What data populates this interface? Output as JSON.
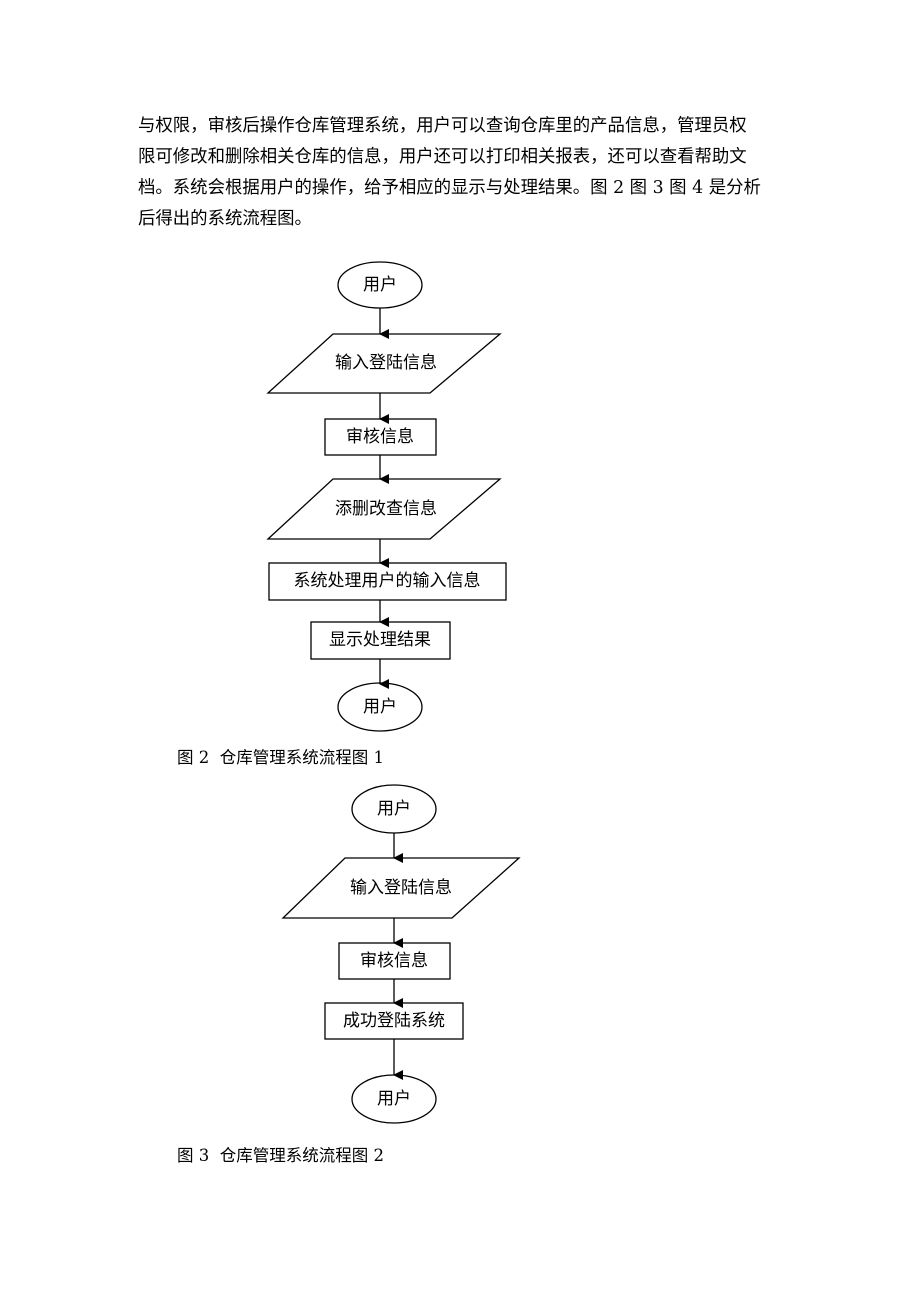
{
  "paragraph": {
    "lines": [
      "与权限，审核后操作仓库管理系统，用户可以查询仓库里的产品信息，管理员权",
      "限可修改和删除相关仓库的信息，用户还可以打印相关报表，还可以查看帮助文",
      "档。系统会根据用户的操作，给予相应的显示与处理结果。图 2 图 3 图 4 是分析",
      "后得出的系统流程图。"
    ]
  },
  "figure1": {
    "nodes": {
      "start": "用户",
      "input": "输入登陆信息",
      "review": "审核信息",
      "edit": "添删改查信息",
      "process": "系统处理用户的输入信息",
      "result": "显示处理结果",
      "end": "用户"
    },
    "caption": "图 2  仓库管理系统流程图 1"
  },
  "figure2": {
    "nodes": {
      "start": "用户",
      "input": "输入登陆信息",
      "review": "审核信息",
      "login": "成功登陆系统",
      "end": "用户"
    },
    "caption": "图 3  仓库管理系统流程图 2"
  }
}
